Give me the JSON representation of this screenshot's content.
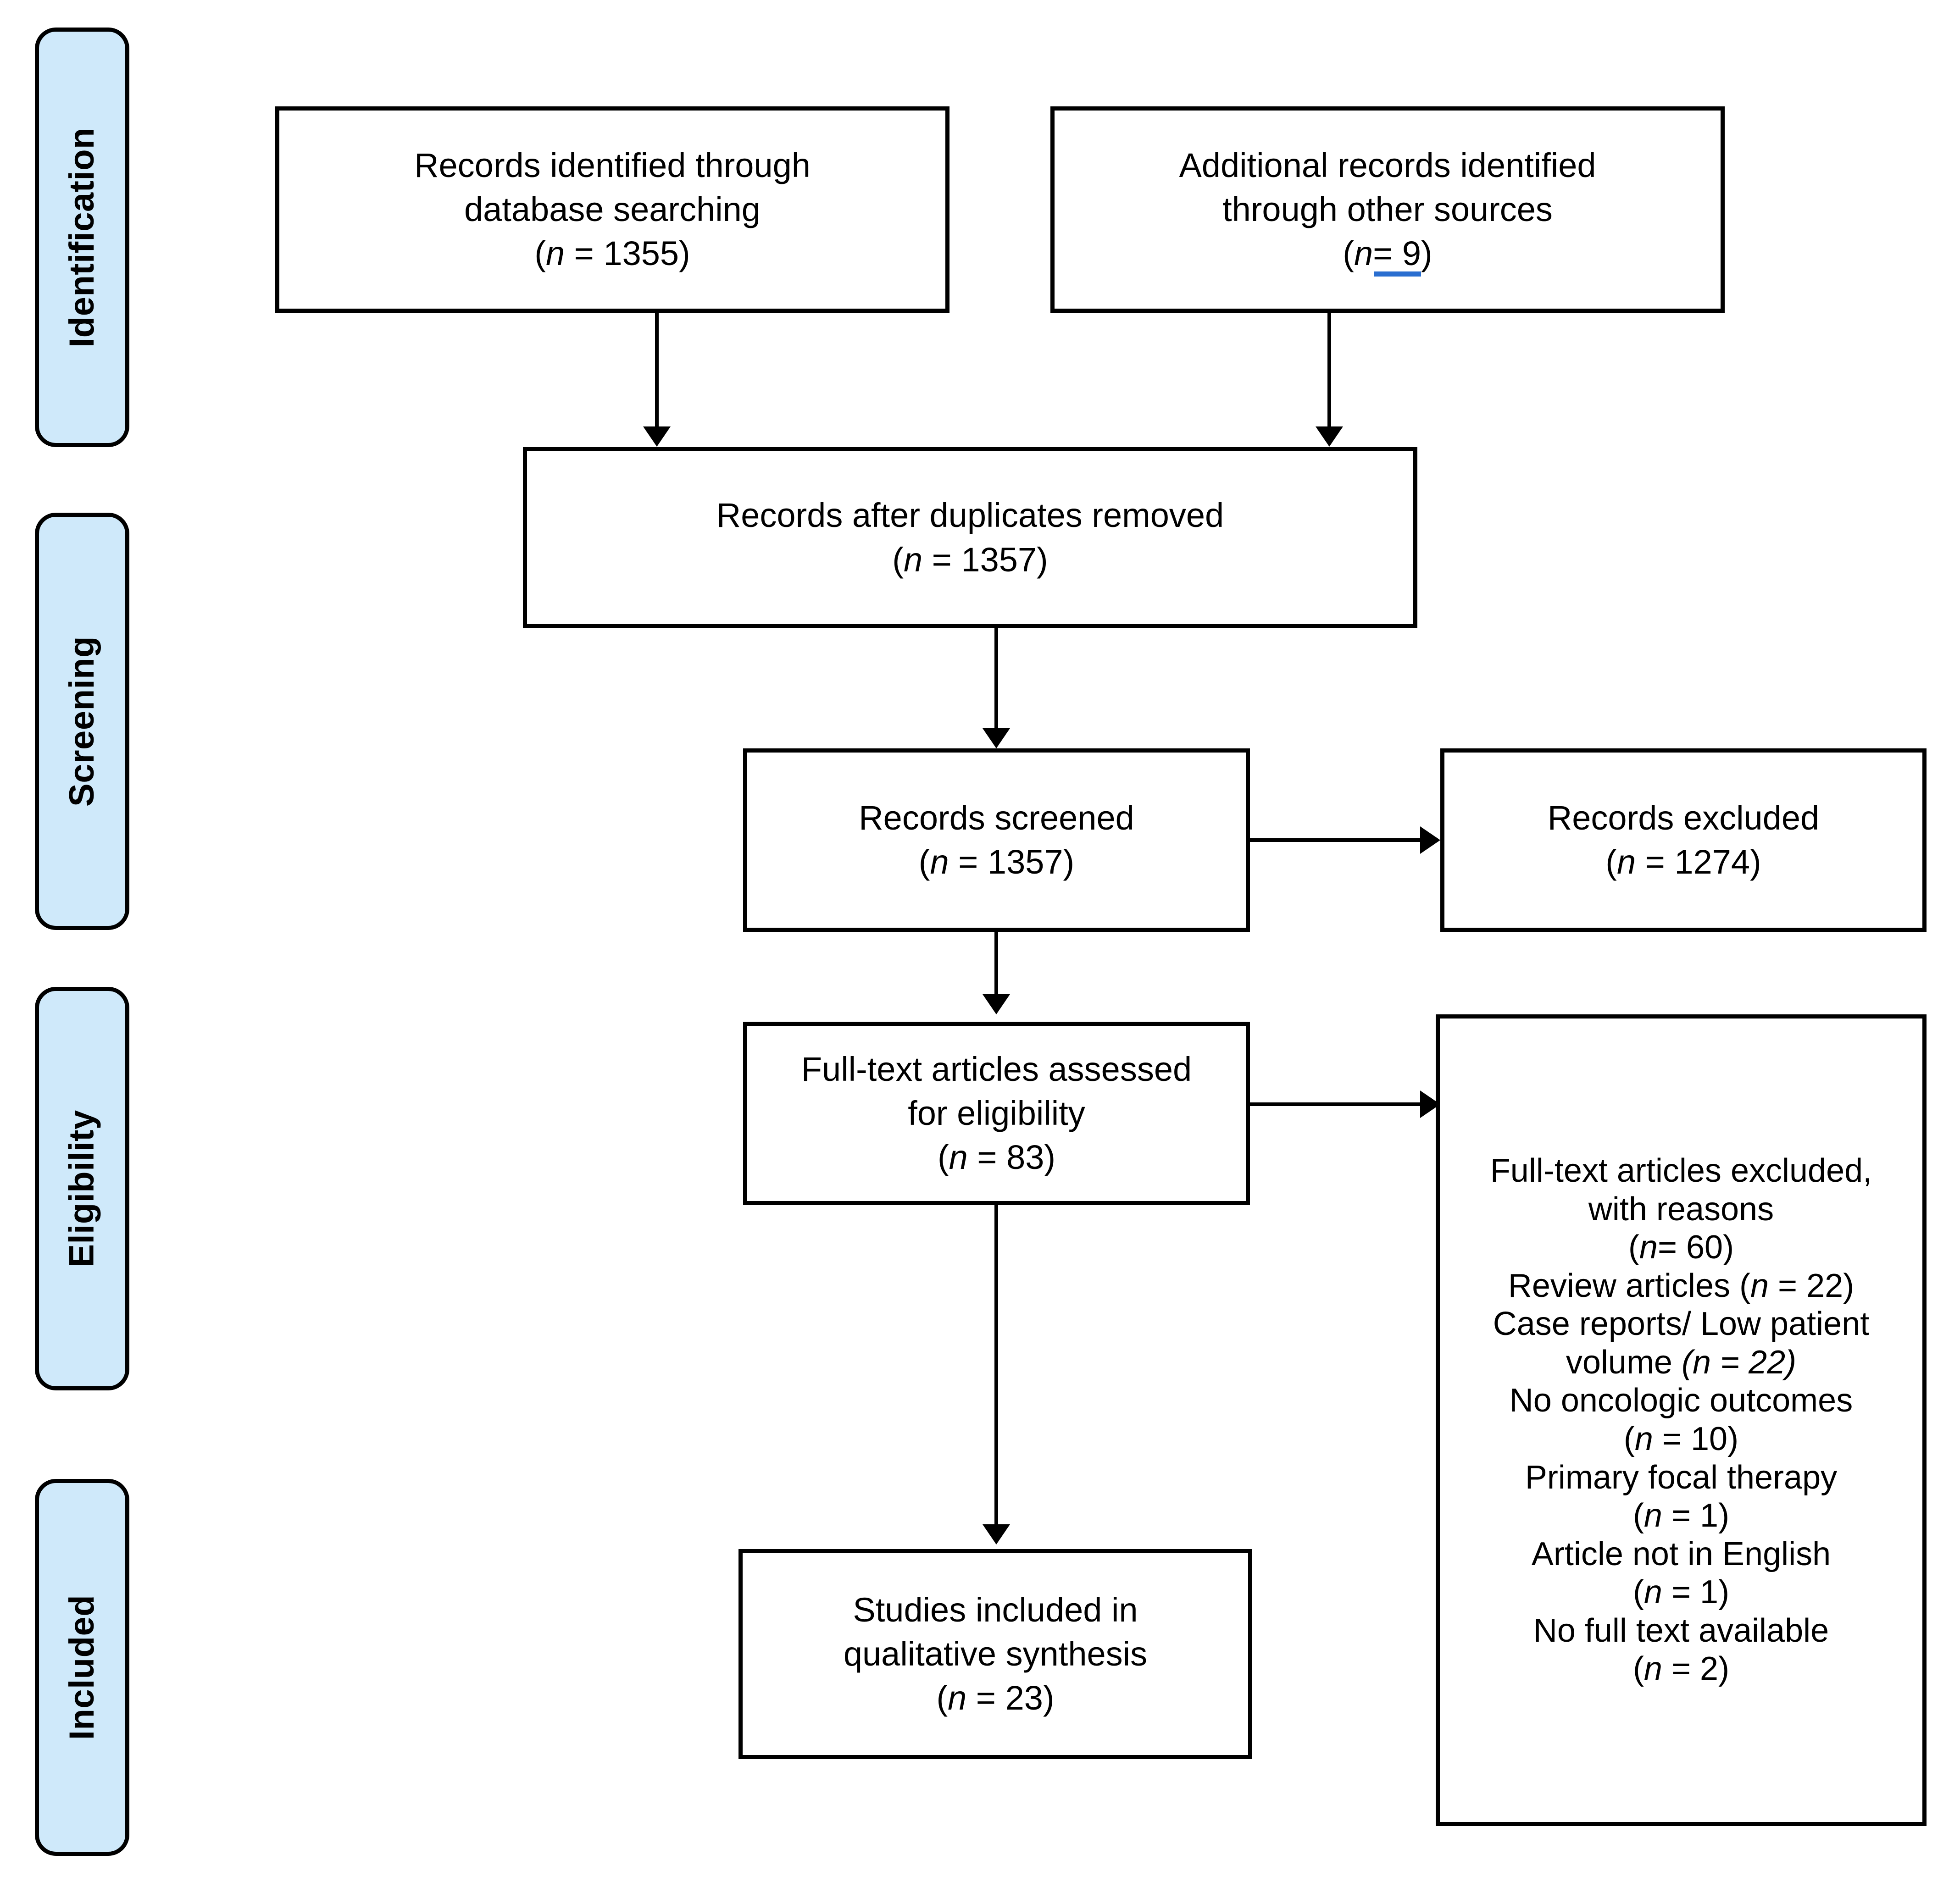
{
  "diagram": {
    "type": "PRISMA flow diagram",
    "colors": {
      "stage_fill": "#cfe9fa",
      "stage_border": "#000000",
      "box_border": "#000000",
      "box_fill": "#ffffff",
      "text": "#000000",
      "artifact_underline": "#2a6ed0"
    }
  },
  "stages": [
    {
      "id": "identification",
      "label": "Identification"
    },
    {
      "id": "screening",
      "label": "Screening"
    },
    {
      "id": "eligibility",
      "label": "Eligibility"
    },
    {
      "id": "included",
      "label": "Included"
    }
  ],
  "boxes": {
    "database_search": {
      "line1": "Records identified through",
      "line2": "database searching",
      "count_prefix": "(",
      "count_n": "n",
      "count_eq": " = 1355)"
    },
    "other_sources": {
      "line1": "Additional records identified",
      "line2": "through other sources",
      "count_prefix": "(",
      "count_n": "n",
      "count_eq": " =  9",
      "count_suffix": ")"
    },
    "duplicates_removed": {
      "line1": "Records after duplicates removed",
      "count_prefix": "(",
      "count_n": "n",
      "count_eq": " = 1357)"
    },
    "records_screened": {
      "line1": "Records screened",
      "count_prefix": "(",
      "count_n": "n",
      "count_eq": " = 1357)"
    },
    "records_excluded": {
      "line1": "Records excluded",
      "count_prefix": "(",
      "count_n": "n",
      "count_eq": " = 1274)"
    },
    "fulltext_assessed": {
      "line1": "Full-text articles assessed",
      "line2": "for eligibility",
      "count_prefix": "(",
      "count_n": "n",
      "count_eq": " = 83)"
    },
    "fulltext_excluded": {
      "line1": "Full-text articles excluded,",
      "line2": "with reasons",
      "total_prefix": "(",
      "total_n": "n",
      "total_eq": "= 60)",
      "reasons": [
        {
          "label": "Review articles (",
          "n": "n",
          "eq": " = 22)",
          "same_line": true,
          "italic_paren": false
        },
        {
          "label": "Case reports/ Low patient",
          "n": "",
          "eq": "",
          "same_line": false,
          "italic_paren": false
        },
        {
          "label": "volume ",
          "n": "(n",
          "eq": " = 22)",
          "same_line": true,
          "italic_paren": true
        },
        {
          "label": "No oncologic outcomes",
          "n": "",
          "eq": "",
          "same_line": false,
          "italic_paren": false
        },
        {
          "label": "(",
          "n": "n",
          "eq": " = 10)",
          "same_line": true,
          "italic_paren": false
        },
        {
          "label": "Primary focal therapy",
          "n": "",
          "eq": "",
          "same_line": false,
          "italic_paren": false
        },
        {
          "label": "(",
          "n": "n",
          "eq": " = 1)",
          "same_line": true,
          "italic_paren": false
        },
        {
          "label": "Article not in English",
          "n": "",
          "eq": "",
          "same_line": false,
          "italic_paren": false
        },
        {
          "label": "(",
          "n": "n",
          "eq": " = 1)",
          "same_line": true,
          "italic_paren": false
        },
        {
          "label": "No full text available",
          "n": "",
          "eq": "",
          "same_line": false,
          "italic_paren": false
        },
        {
          "label": "(",
          "n": "n",
          "eq": " = 2)",
          "same_line": true,
          "italic_paren": false
        }
      ]
    },
    "studies_included": {
      "line1": "Studies included in",
      "line2": "qualitative synthesis",
      "count_prefix": "(",
      "count_n": "n",
      "count_eq": " = 23)"
    }
  }
}
